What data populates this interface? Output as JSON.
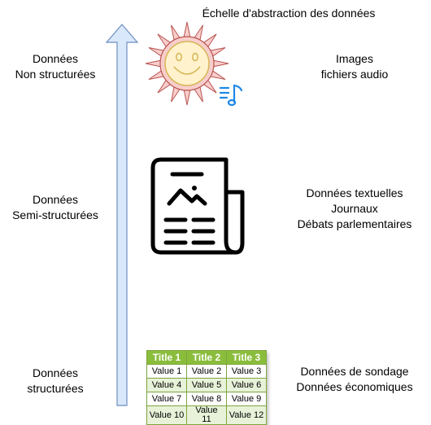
{
  "title": "Échelle d'abstraction des données",
  "levels": {
    "top": {
      "left": [
        "Données",
        "Non structurées"
      ],
      "right": [
        "Images",
        "fichiers audio"
      ],
      "icon": "sun-smiley-icon",
      "secondary_icon": "music-note-icon"
    },
    "middle": {
      "left": [
        "Données",
        "Semi-structurées"
      ],
      "right": [
        "Données textuelles",
        "Journaux",
        "Débats parlementaires"
      ],
      "icon": "newspaper-icon"
    },
    "bottom": {
      "left": [
        "Données",
        "structurées"
      ],
      "right": [
        "Données de sondage",
        "Données économiques"
      ],
      "icon": "table-icon"
    }
  },
  "table": {
    "headers": [
      "Title 1",
      "Title 2",
      "Title 3"
    ],
    "rows": [
      [
        "Value 1",
        "Value 2",
        "Value 3"
      ],
      [
        "Value 4",
        "Value 5",
        "Value 6"
      ],
      [
        "Value 7",
        "Value 8",
        "Value 9"
      ],
      [
        "Value 10",
        "Value 11",
        "Value 12"
      ]
    ]
  },
  "colors": {
    "arrow_fill": "#dae8fc",
    "arrow_stroke": "#6c8ebf",
    "sun_rays": "#f8cecc",
    "sun_ray_stroke": "#b85450",
    "sun_face": "#fff2cc",
    "sun_face_stroke": "#d6b656",
    "table_header": "#8bbd3c",
    "note_blue": "#1e88e5"
  }
}
